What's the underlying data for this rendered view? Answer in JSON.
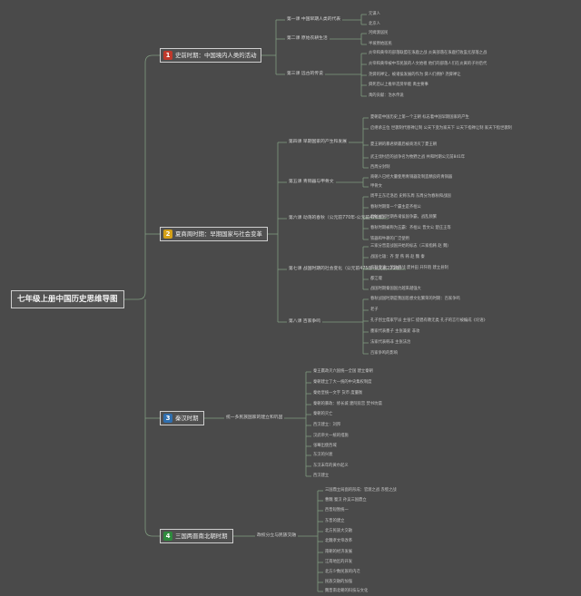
{
  "root": {
    "title": "七年级上册中国历史思维导图"
  },
  "sections": [
    {
      "num": "1",
      "badge_color": "#c0392b",
      "title": "史前时期：中国境内人类的活动",
      "subs": [
        {
          "label": "第一课 中国早期人类的代表",
          "leaves": [
            "元谋人",
            "北京人"
          ]
        },
        {
          "label": "第二课 原始农耕生活",
          "leaves": [
            "河姆渡居民",
            "半坡原始居民"
          ]
        },
        {
          "label": "第三课 远古的传说",
          "leaves": [
            "炎帝和黄帝的部落联盟在涿鹿之战 炎黄部落在涿鹿打败蚩尤部落之战",
            "炎帝和黄帝被中华民族的人文始祖 他们的部落人们在炎黄的子孙后代",
            "尧舜的禅让，被诸侯发展的作为 舜人们拥护 尧舜禅让",
            "舜死后以上推举选贤举能 禹主要事",
            "禹的贡献：治水传说"
          ]
        }
      ]
    },
    {
      "num": "2",
      "badge_color": "#d4a017",
      "title": "夏商周时期：早期国家与社会变革",
      "subs": [
        {
          "label": "第四课 早期国家的产生和发展",
          "leaves": [
            "夏朝是中国历史上第一个王朝 标志着中国早期国家的产生",
            "启继承王位 世袭制代替禅让制 公天下变为家天下 公天下指禅让制 家天下指世袭制",
            "夏王朝的暴君桀最后被商汤灭了夏王朝",
            "武王伐纣后的战争名为牧野之战 共和时期公元前841年",
            "西周分封制"
          ]
        },
        {
          "label": "第五课 青铜器与甲骨文",
          "leaves": [
            "商朝人已经大量使用青铜器及制造精良的青铜器",
            "甲骨文"
          ]
        },
        {
          "label": "第六课 动荡的春秋（公元前770年-公元前476年）",
          "leaves": [
            "周平王东迁洛邑 史称东周 东周分为春秋和战国",
            "春秋时期第一个霸主是齐桓公",
            "春秋战国时期各诸侯国争霸，战乱频繁",
            "春秋时期被称为五霸：齐桓公 晋文公 楚庄王等",
            "铁器和牛耕的广泛使用"
          ]
        },
        {
          "label": "第七课 战国时期的社会变化（公元前475年-公元前221年）",
          "leaves": [
            "三家分晋是战国开始的标志（三家指韩 赵 魏）",
            "战国七雄：齐 楚 燕 韩 赵 魏 秦",
            "商鞅变法：奖励耕战 废井田 开阡陌 建立县制",
            "都江堰",
            "战国时期秦国国力越来越强大"
          ]
        },
        {
          "label": "第八课 百家争鸣",
          "leaves": [
            "春秋战国时期是我国思想文化繁荣的时期：百家争鸣",
            "老子",
            "孔子创立儒家学派 主张仁 提倡有教无类 孔子的言行被编成《论语》",
            "墨家代表墨子 主张兼爱 非攻",
            "法家代表韩非 主张法治",
            "百家争鸣的影响"
          ]
        }
      ]
    },
    {
      "num": "3",
      "badge_color": "#2f6fb0",
      "title": "秦汉时期",
      "subs": [
        {
          "label": "统一多民族国家的建立和巩固",
          "leaves": [
            "秦王嬴政灭六国统一全国 建立秦朝",
            "秦朝建立了大一统的中央集权制度",
            "秦始皇统一文字 货币 度量衡",
            "秦朝的暴政：修长城 建阿房宫 焚书坑儒",
            "秦朝的灭亡",
            "西汉建立：刘邦",
            "汉武帝大一统的措施",
            "张骞出使西域",
            "东汉的兴衰",
            "东汉末年的黄巾起义",
            "西汉建立"
          ]
        }
      ]
    },
    {
      "num": "4",
      "badge_color": "#2e8b3d",
      "title": "三国两晋南北朝时期",
      "subs": [
        {
          "label": "政权分立与民族交融",
          "leaves": [
            "三国鼎立局面的形成：官渡之战 赤壁之战",
            "曹魏 蜀汉 孙吴三国鼎立",
            "西晋短暂统一",
            "东晋的建立",
            "北方民族大交融",
            "北魏孝文帝改革",
            "南朝的经济发展",
            "江南地区的开发",
            "北方少数民族的内迁",
            "民族交融的加强",
            "魏晋南北朝的科技与文化"
          ]
        }
      ]
    }
  ]
}
